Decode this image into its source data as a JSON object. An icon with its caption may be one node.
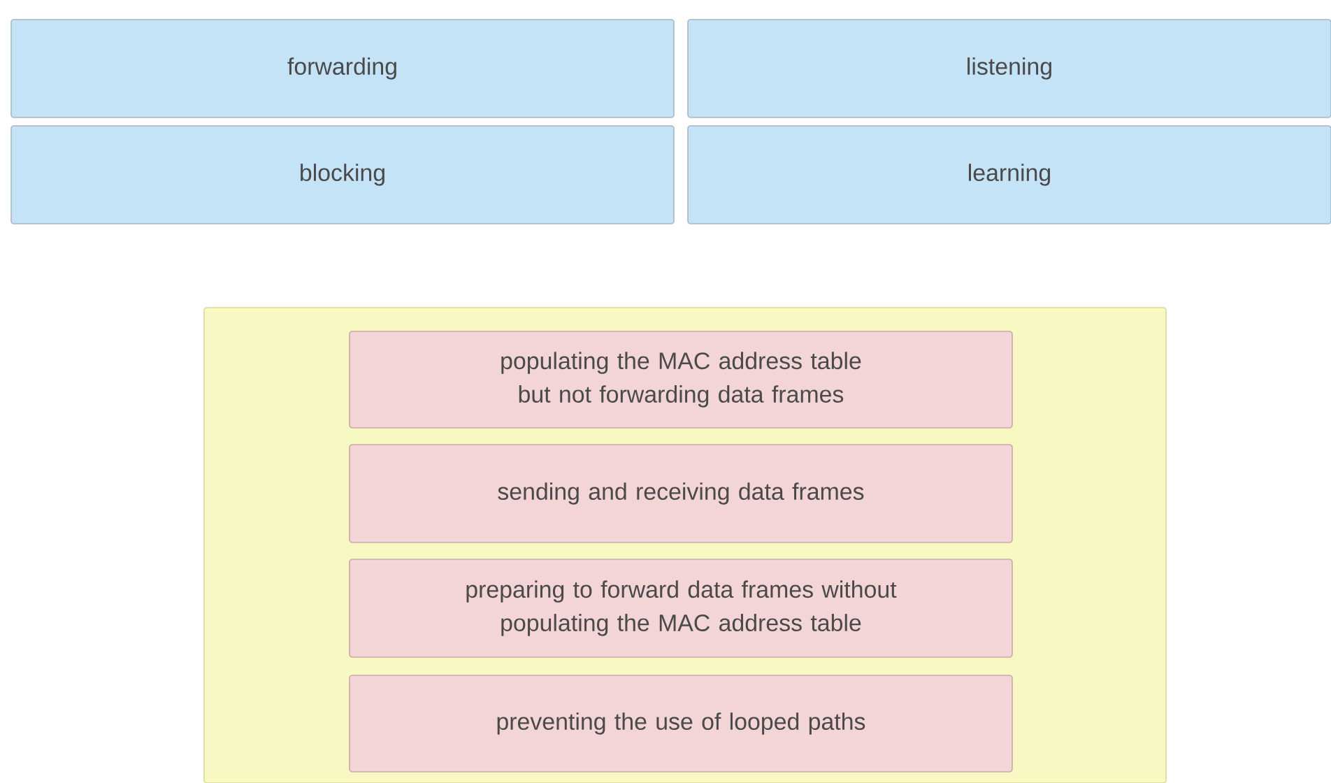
{
  "diagram": {
    "nodes": [
      {
        "text": [
          "forwarding"
        ]
      },
      {
        "text": [
          "listening"
        ]
      },
      {
        "text": [
          "blocking"
        ]
      },
      {
        "text": [
          "learning"
        ]
      },
      {
        "text": [],
        "shape": "box"
      },
      {
        "text": [
          "populating the MAC address table but not forwarding data frames"
        ],
        "in": 4
      },
      {
        "text": [
          "sending and receiving data frames"
        ],
        "in": 4
      },
      {
        "text": [
          "preparing to forward data frames without populating the MAC address table"
        ],
        "in": 4
      },
      {
        "text": [
          "preventing the use of looped paths"
        ],
        "in": 4
      }
    ]
  }
}
